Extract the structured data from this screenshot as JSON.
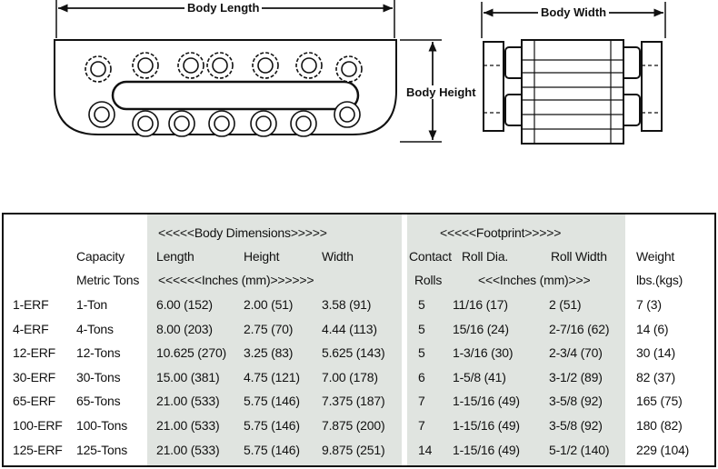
{
  "drawing": {
    "labels": {
      "body_length": "Body Length",
      "body_height": "Body Height",
      "body_width": "Body Width"
    }
  },
  "table": {
    "group_headers": {
      "body_dimensions": "<<<<<Body Dimensions>>>>>",
      "footprint": "<<<<<Footprint>>>>>"
    },
    "column_headers": {
      "capacity": "Capacity",
      "metric_tons": "Metric Tons",
      "length": "Length",
      "height": "Height",
      "width": "Width",
      "inches_mm_body": "<<<<<<Inches (mm)>>>>>>",
      "contact": "Contact",
      "rolls": "Rolls",
      "roll_dia": "Roll Dia.",
      "roll_width": "Roll Width",
      "inches_mm_footprint": "<<<Inches (mm)>>>",
      "weight": "Weight",
      "weight_units": "lbs.(kgs)"
    },
    "rows": [
      {
        "model": "1-ERF",
        "capacity": "1-Ton",
        "length": "6.00 (152)",
        "height": "2.00 (51)",
        "width": "3.58 (91)",
        "contact_rolls": "5",
        "roll_dia": "11/16 (17)",
        "roll_width": "2 (51)",
        "weight": "7 (3)"
      },
      {
        "model": "4-ERF",
        "capacity": "4-Tons",
        "length": "8.00 (203)",
        "height": "2.75 (70)",
        "width": "4.44 (113)",
        "contact_rolls": "5",
        "roll_dia": "15/16 (24)",
        "roll_width": "2-7/16 (62)",
        "weight": "14 (6)"
      },
      {
        "model": "12-ERF",
        "capacity": "12-Tons",
        "length": "10.625 (270)",
        "height": "3.25 (83)",
        "width": "5.625 (143)",
        "contact_rolls": "5",
        "roll_dia": "1-3/16 (30)",
        "roll_width": "2-3/4 (70)",
        "weight": "30 (14)"
      },
      {
        "model": "30-ERF",
        "capacity": "30-Tons",
        "length": "15.00 (381)",
        "height": "4.75 (121)",
        "width": "7.00 (178)",
        "contact_rolls": "6",
        "roll_dia": "1-5/8 (41)",
        "roll_width": "3-1/2 (89)",
        "weight": "82 (37)"
      },
      {
        "model": "65-ERF",
        "capacity": "65-Tons",
        "length": "21.00 (533)",
        "height": "5.75 (146)",
        "width": "7.375 (187)",
        "contact_rolls": "7",
        "roll_dia": "1-15/16 (49)",
        "roll_width": "3-5/8 (92)",
        "weight": "165 (75)"
      },
      {
        "model": "100-ERF",
        "capacity": "100-Tons",
        "length": "21.00 (533)",
        "height": "5.75 (146)",
        "width": "7.875 (200)",
        "contact_rolls": "7",
        "roll_dia": "1-15/16 (49)",
        "roll_width": "3-5/8 (92)",
        "weight": "180 (82)"
      },
      {
        "model": "125-ERF",
        "capacity": "125-Tons",
        "length": "21.00 (533)",
        "height": "5.75 (146)",
        "width": "9.875 (251)",
        "contact_rolls": "14",
        "roll_dia": "1-15/16 (49)",
        "roll_width": "5-1/2 (140)",
        "weight": "229 (104)"
      }
    ]
  }
}
